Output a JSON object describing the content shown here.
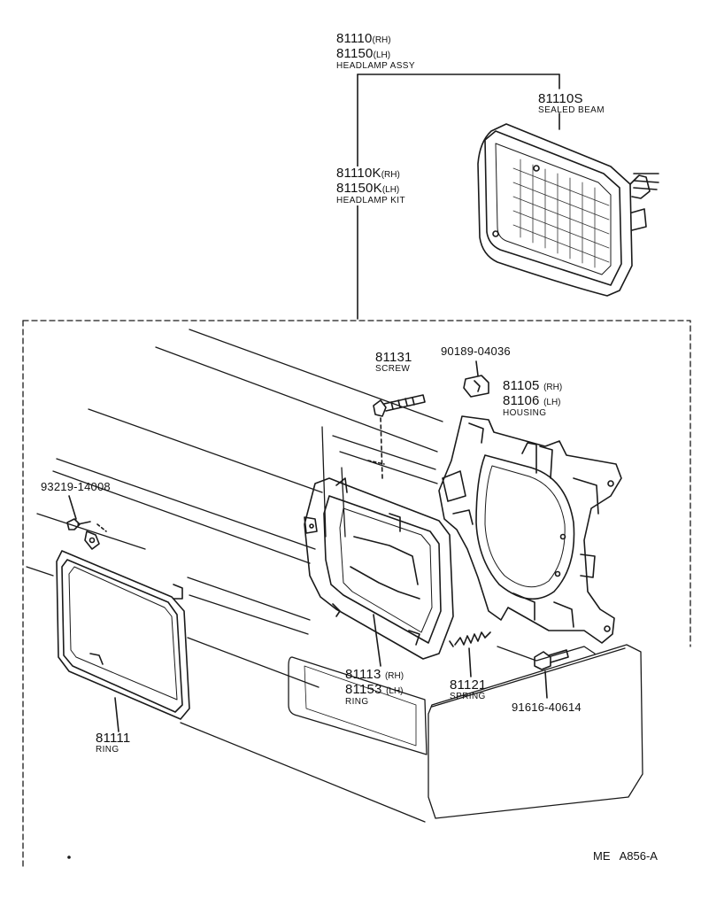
{
  "callouts": {
    "headlamp_assy": {
      "part_rh": "81110",
      "tag_rh": "(RH)",
      "part_lh": "81150",
      "tag_lh": "(LH)",
      "name": "HEADLAMP ASSY"
    },
    "sealed_beam": {
      "part": "81110S",
      "name": "SEALED BEAM"
    },
    "headlamp_kit": {
      "part_rh": "81110K",
      "tag_rh": "(RH)",
      "part_lh": "81150K",
      "tag_lh": "(LH)",
      "name": "HEADLAMP KIT"
    },
    "screw": {
      "part": "81131",
      "name": "SCREW"
    },
    "clip_nut": {
      "part": "90189-04036"
    },
    "housing": {
      "part_rh": "81105",
      "tag_rh": "(RH)",
      "part_lh": "81106",
      "tag_lh": "(LH)",
      "name": "HOUSING"
    },
    "small_screw": {
      "part": "93219-14008"
    },
    "mount_ring": {
      "part_rh": "81113",
      "tag_rh": "(RH)",
      "part_lh": "81153",
      "tag_lh": "(LH)",
      "name": "RING"
    },
    "spring": {
      "part": "81121",
      "name": "SPRING"
    },
    "bolt": {
      "part": "91616-40614"
    },
    "outer_ring": {
      "part": "81111",
      "name": "RING"
    }
  },
  "footer": {
    "code": "ME   A856-A"
  }
}
